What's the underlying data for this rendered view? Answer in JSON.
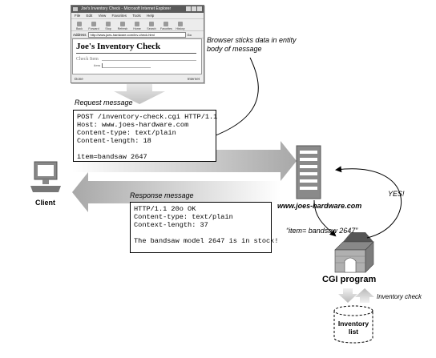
{
  "browser": {
    "window_title": "Joe's Inventory Check - Microsoft Internet Explorer",
    "menu": [
      "File",
      "Edit",
      "View",
      "Favorites",
      "Tools",
      "Help"
    ],
    "toolbar": [
      "Back",
      "Forward",
      "Stop",
      "Refresh",
      "Home",
      "Search",
      "Favorites",
      "History"
    ],
    "address_label": "Address",
    "address_value": "http://www.joes-hardware.com/inv-check.html",
    "go_label": "Go",
    "page_heading": "Joe's Inventory Check",
    "form_legend": "Check Item",
    "item_label": "item",
    "status_left": "Done",
    "status_right": "Internet"
  },
  "annotation_browser": [
    "Browser sticks data in entity",
    "body of message"
  ],
  "request": {
    "label": "Request message",
    "lines": [
      "POST /inventory-check.cgi HTTP/1.1",
      "Host: www.joes-hardware.com",
      "Content-type: text/plain",
      "Content-length: 18",
      "",
      "item=bandsaw 2647"
    ]
  },
  "response": {
    "label": "Response message",
    "lines": [
      "HTTP/1.1 20o OK",
      "Content-type: text/plain",
      "Context-length: 37",
      "",
      "The bandsaw model 2647 is in stock!"
    ]
  },
  "client_label": "Client",
  "server_label": "www.joes-hardware.com",
  "yes_label": "YES!",
  "cgi_data_label": "“item= bandsaw 2647”",
  "cgi_label": "CGI program",
  "inventory_check_label": "Inventory check",
  "inventory_list_label": [
    "Inventory",
    "list"
  ]
}
